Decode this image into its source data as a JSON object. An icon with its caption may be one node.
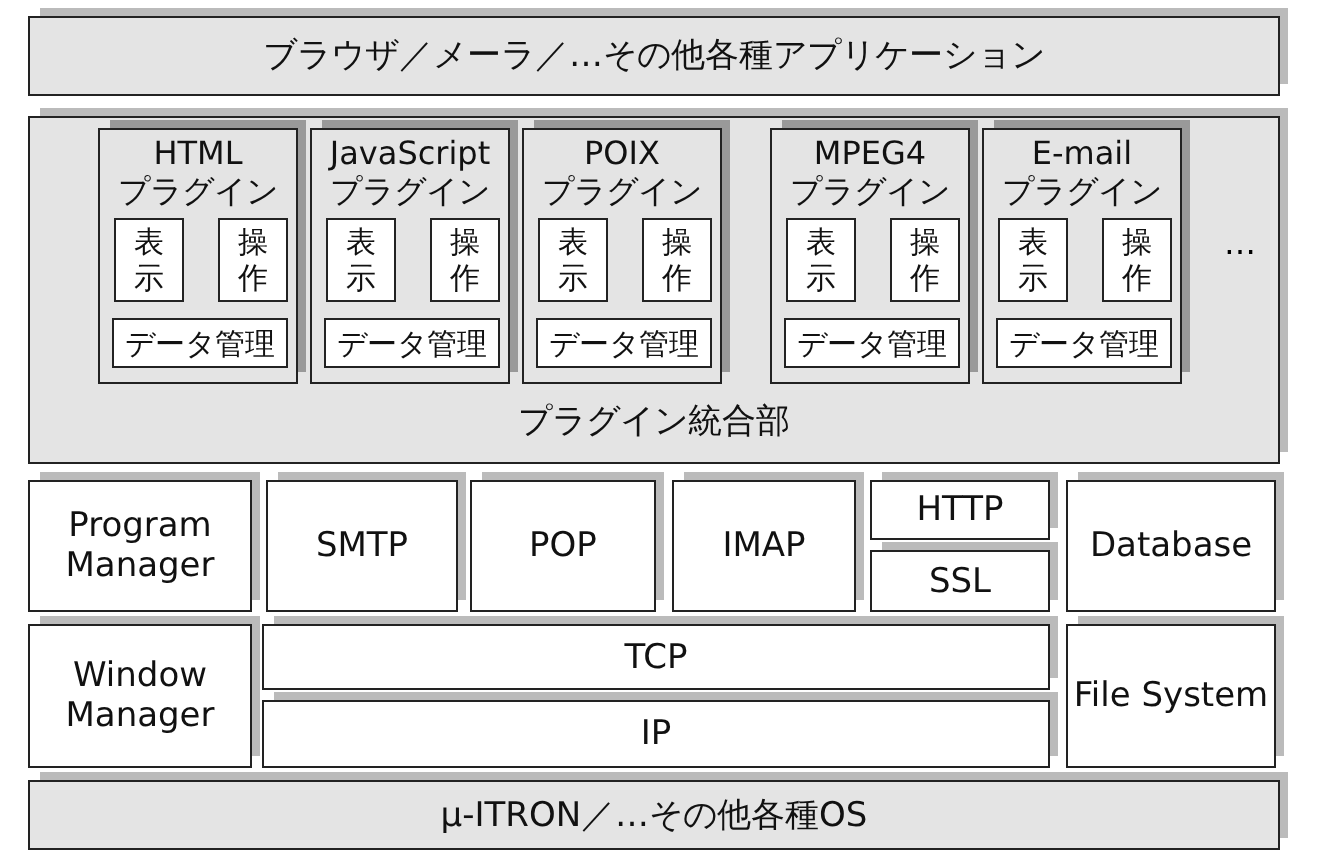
{
  "diagram": {
    "nodes": [
      {
        "text": [
          "ブラウザ／メーラ／…その他各種アプリケーション"
        ]
      },
      {
        "text": [
          "プラグイン統合部"
        ]
      },
      {
        "text": [
          "HTML プラグイン"
        ],
        "in": 1
      },
      {
        "text": [
          "表示"
        ],
        "in": 2
      },
      {
        "text": [
          "操作"
        ],
        "in": 2
      },
      {
        "text": [
          "データ管理"
        ],
        "in": 2
      },
      {
        "text": [
          "JavaScript プラグイン"
        ],
        "in": 1
      },
      {
        "text": [
          "表示"
        ],
        "in": 6
      },
      {
        "text": [
          "操作"
        ],
        "in": 6
      },
      {
        "text": [
          "データ管理"
        ],
        "in": 6
      },
      {
        "text": [
          "POIX プラグイン"
        ],
        "in": 1
      },
      {
        "text": [
          "表示"
        ],
        "in": 10
      },
      {
        "text": [
          "操作"
        ],
        "in": 10
      },
      {
        "text": [
          "データ管理"
        ],
        "in": 10
      },
      {
        "text": [
          "MPEG4 プラグイン"
        ],
        "in": 1
      },
      {
        "text": [
          "表示"
        ],
        "in": 14
      },
      {
        "text": [
          "操作"
        ],
        "in": 14
      },
      {
        "text": [
          "データ管理"
        ],
        "in": 14
      },
      {
        "text": [
          "E-mail プラグイン"
        ],
        "in": 1
      },
      {
        "text": [
          "表示"
        ],
        "in": 18
      },
      {
        "text": [
          "操作"
        ],
        "in": 18
      },
      {
        "text": [
          "データ管理"
        ],
        "in": 18
      },
      {
        "text": [
          "Program Manager"
        ]
      },
      {
        "text": [
          "SMTP"
        ]
      },
      {
        "text": [
          "POP"
        ]
      },
      {
        "text": [
          "IMAP"
        ]
      },
      {
        "text": [
          "HTTP"
        ]
      },
      {
        "text": [
          "SSL"
        ]
      },
      {
        "text": [
          "Database"
        ]
      },
      {
        "text": [
          "Window Manager"
        ]
      },
      {
        "text": [
          "TCP"
        ]
      },
      {
        "text": [
          "IP"
        ]
      },
      {
        "text": [
          "File System"
        ]
      },
      {
        "text": [
          "μ-ITRON／…その他各種OS"
        ]
      }
    ],
    "labels": [
      "…"
    ]
  }
}
